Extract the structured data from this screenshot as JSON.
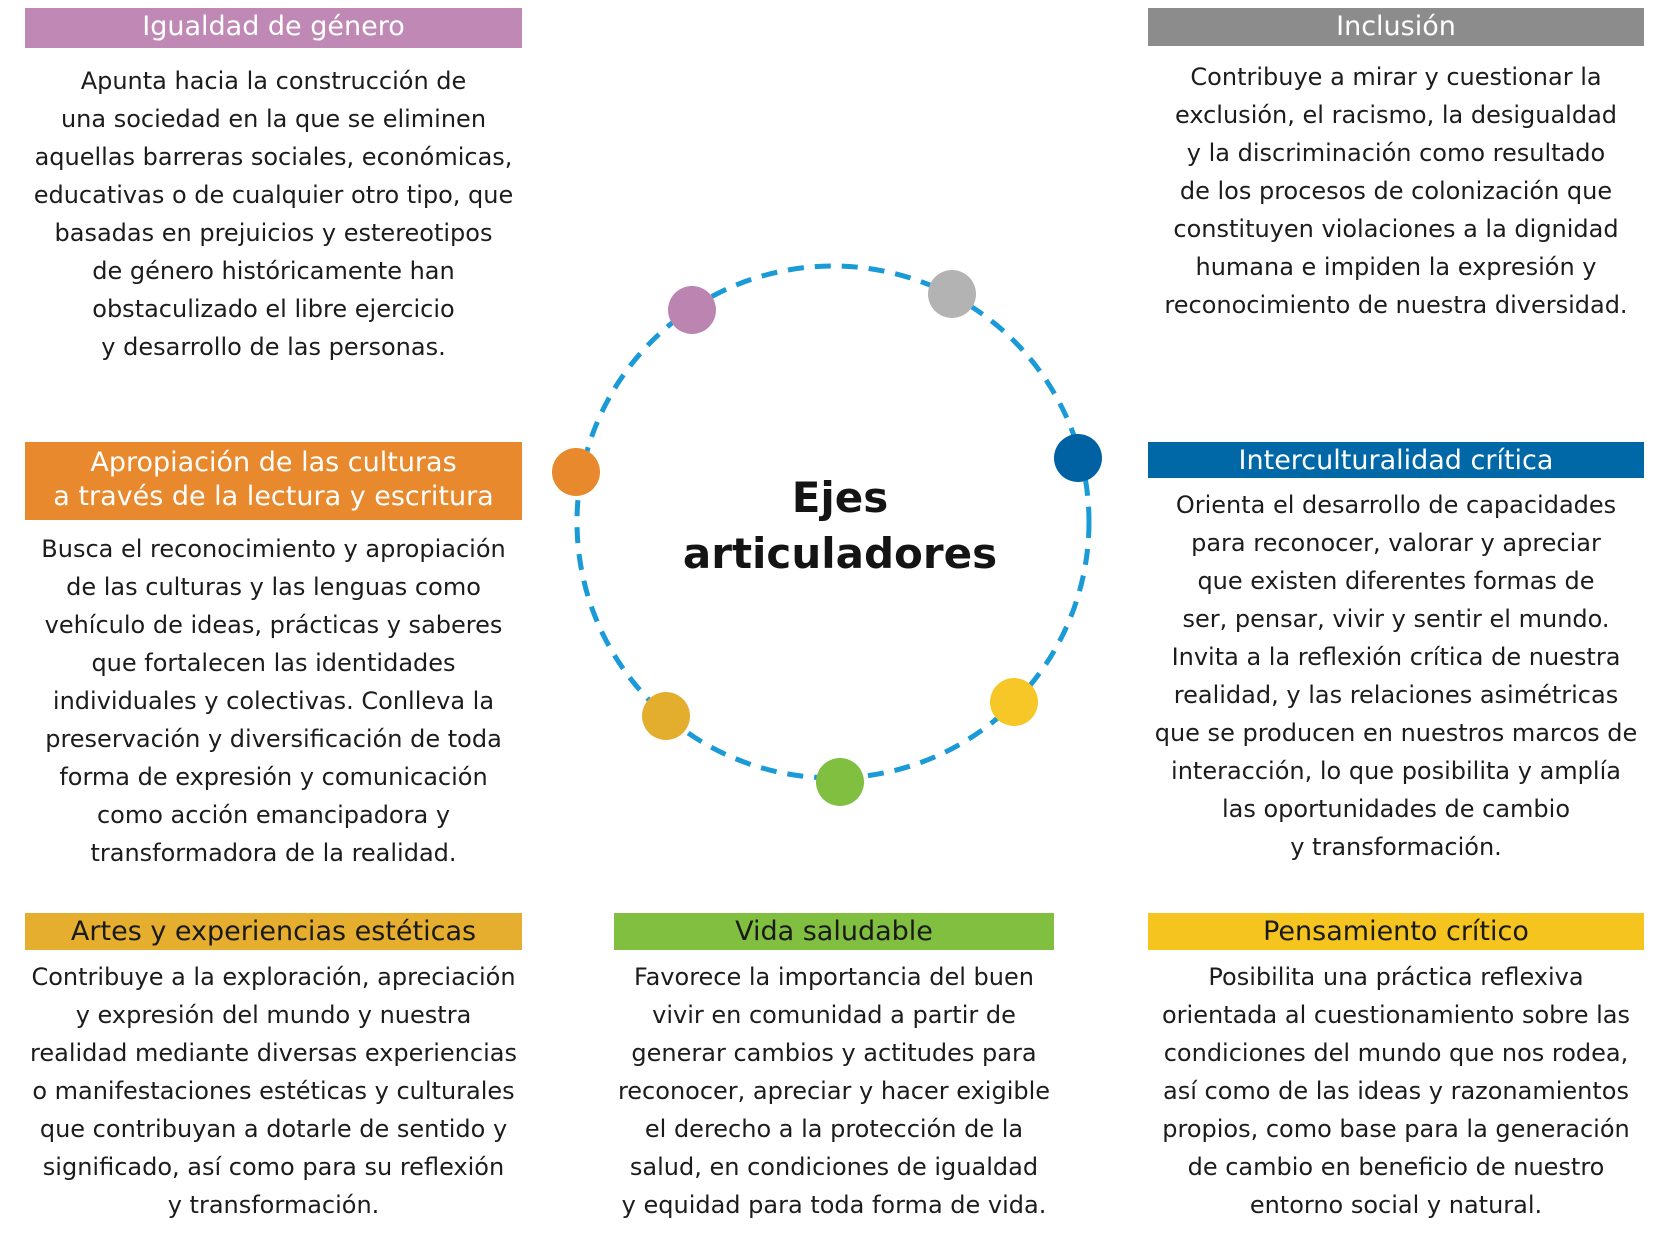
{
  "center": {
    "title": "Ejes\narticuladores"
  },
  "colors": {
    "ring": "#1a9ad6",
    "igualdad": "#c088b4",
    "inclusion": "#8c8c8c",
    "apropiacion": "#e8892e",
    "interculturalidad": "#0068a6",
    "artes": "#e5ae2e",
    "vida": "#80bf3f",
    "pensamiento": "#f5c41f",
    "dot_igualdad": "#bb84b1",
    "dot_inclusion": "#b3b3b3",
    "dot_apropiacion": "#e8892e",
    "dot_interculturalidad": "#0062a2",
    "dot_artes": "#e3ad2e",
    "dot_vida": "#80bf3f",
    "dot_pensamiento": "#f6c726"
  },
  "axes": {
    "igualdad": {
      "title": "Igualdad de género",
      "text": "Apunta hacia la construcción de\nuna sociedad en la que se eliminen\naquellas barreras sociales, económicas,\neducativas o de cualquier otro tipo, que\nbasadas en prejuicios y estereotipos\nde género históricamente han\nobstaculizado el libre ejercicio\ny desarrollo de las personas."
    },
    "inclusion": {
      "title": "Inclusión",
      "text": "Contribuye a mirar y cuestionar la\nexclusión, el racismo, la desigualdad\ny la discriminación como resultado\nde los procesos de colonización que\nconstituyen violaciones a la dignidad\nhumana e impiden la expresión y\nreconocimiento de nuestra diversidad."
    },
    "apropiacion": {
      "title": "Apropiación de las culturas\na través de la lectura y escritura",
      "text": "Busca el reconocimiento y apropiación\nde las culturas y las lenguas como\nvehículo de ideas, prácticas y saberes\nque fortalecen las identidades\nindividuales y colectivas. Conlleva la\npreservación y diversificación de toda\nforma de expresión y comunicación\ncomo acción emancipadora y\ntransformadora de la realidad."
    },
    "interculturalidad": {
      "title": "Interculturalidad crítica",
      "text": "Orienta el desarrollo de capacidades\npara reconocer, valorar y apreciar\nque existen diferentes formas de\nser, pensar, vivir y sentir el mundo.\nInvita a la reflexión crítica de nuestra\nrealidad, y las relaciones asimétricas\nque se producen en nuestros marcos de\ninteracción, lo que posibilita y amplía\nlas oportunidades de cambio\ny transformación."
    },
    "artes": {
      "title": "Artes y experiencias estéticas",
      "text": "Contribuye a la exploración, apreciación\ny expresión del mundo y nuestra\nrealidad mediante diversas experiencias\no manifestaciones estéticas y culturales\nque contribuyan a dotarle de sentido y\nsignificado, así como para su reflexión\ny transformación."
    },
    "vida": {
      "title": "Vida saludable",
      "text": "Favorece la importancia del buen\nvivir en comunidad a partir de\ngenerar cambios y actitudes para\nreconocer, apreciar y hacer exigible\nel derecho a la protección de la\nsalud, en condiciones de igualdad\ny equidad para toda forma de vida."
    },
    "pensamiento": {
      "title": "Pensamiento crítico",
      "text": "Posibilita una práctica reflexiva\norientada al cuestionamiento sobre las\ncondiciones del mundo que nos rodea,\nasí como de las ideas y razonamientos\npropios, como base para la generación\nde cambio en beneficio de nuestro\nentorno social y natural."
    }
  }
}
